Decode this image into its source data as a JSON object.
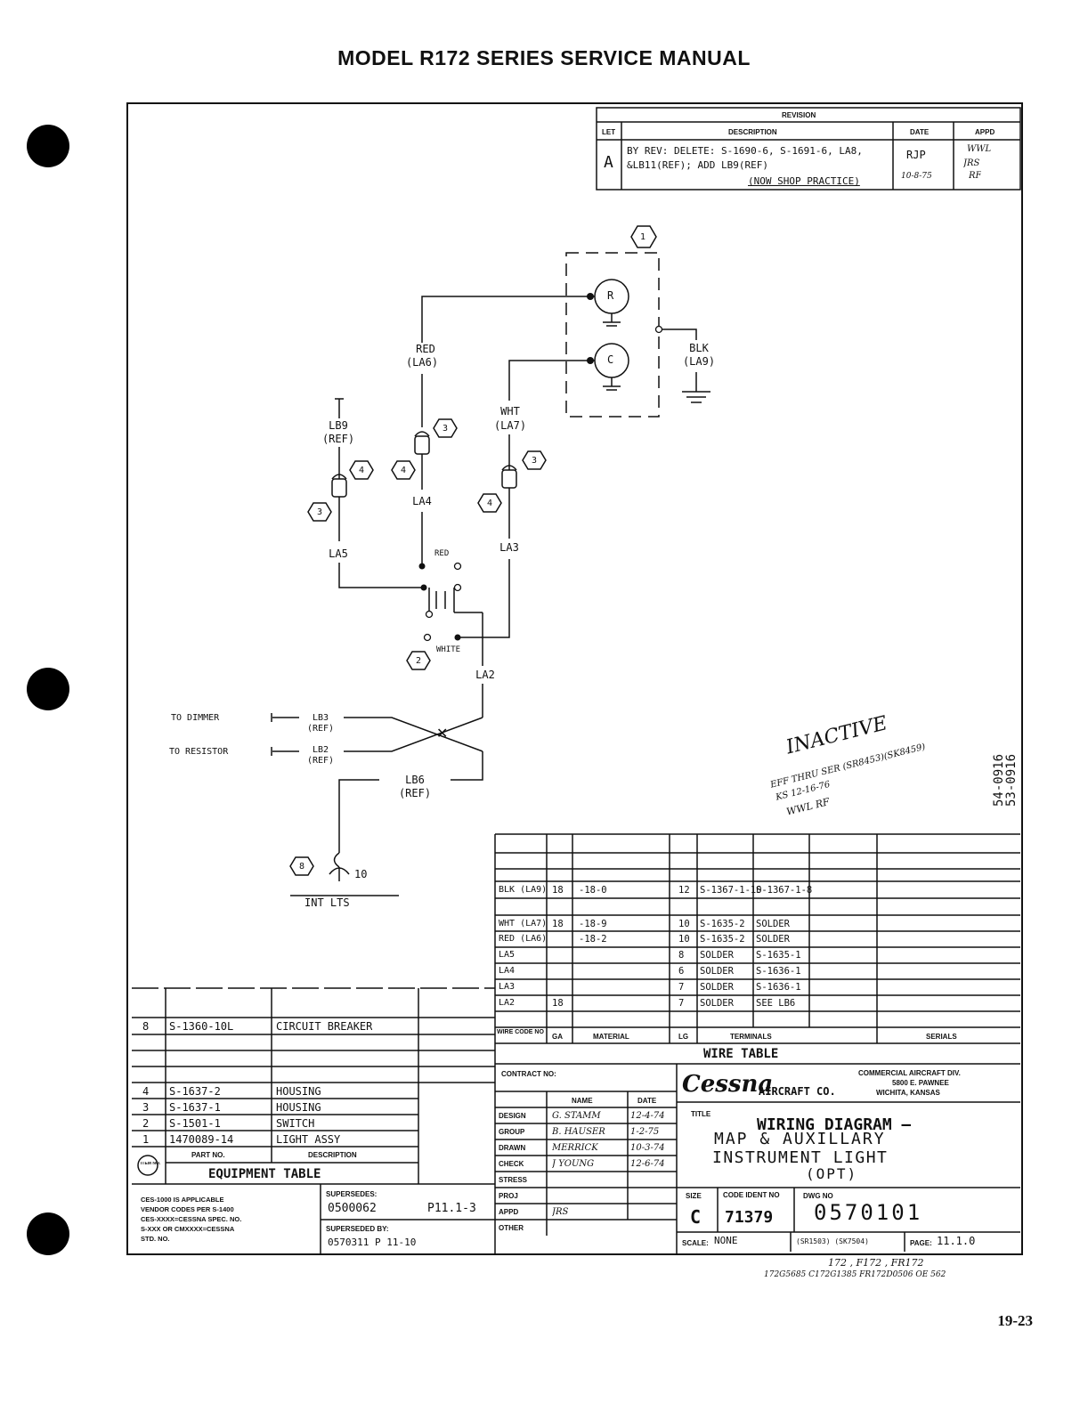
{
  "header": {
    "title": "MODEL R172 SERIES SERVICE MANUAL",
    "page_number": "19-23"
  },
  "revision": {
    "title": "REVISION",
    "col_let": "LET",
    "col_desc": "DESCRIPTION",
    "col_date": "DATE",
    "col_appd": "APPD",
    "let": "A",
    "desc_line1": "BY REV: DELETE: S-1690-6, S-1691-6, LA8,",
    "desc_line2": "&LB11(REF); ADD LB9(REF)",
    "desc_line3": "(NOW SHOP PRACTICE)",
    "date_line1": "RJP",
    "date_line2": "10-8-75",
    "appd_line1": "WWL",
    "appd_line2": "JRS",
    "appd_line3": "RF"
  },
  "diagram": {
    "callout_1": "1",
    "red_wire": "RED",
    "red_wire_id": "(LA6)",
    "blk_wire": "BLK",
    "blk_wire_id": "(LA9)",
    "wht_wire": "WHT",
    "wht_wire_id": "(LA7)",
    "lamp_r": "R",
    "lamp_c": "C",
    "lb9": "LB9",
    "lb9_ref": "(REF)",
    "callout_3": "3",
    "callout_4": "4",
    "la4": "LA4",
    "la5": "LA5",
    "la3": "LA3",
    "la2": "LA2",
    "switch_red": "RED",
    "switch_white": "WHITE",
    "callout_2": "2",
    "to_dimmer": "TO DIMMER",
    "lb3": "LB3",
    "lb3_ref": "(REF)",
    "to_resistor": "TO RESISTOR",
    "lb2": "LB2",
    "lb2_ref": "(REF)",
    "lb6": "LB6",
    "lb6_ref": "(REF)",
    "callout_8": "8",
    "pin_10": "10",
    "int_lts": "INT LTS"
  },
  "inactive_stamp": {
    "title": "INACTIVE",
    "line1": "EFF THRU SER (SR8453)(SK8459)",
    "line2": "KS   12-16-76",
    "line3": "WWL  RF",
    "ref1": "54-0916",
    "ref2": "53-0916"
  },
  "wire_table": {
    "title": "WIRE TABLE",
    "headers": {
      "code": "WIRE CODE NO",
      "ga": "GA",
      "material": "MATERIAL",
      "lg": "LG",
      "terminals": "TERMINALS",
      "serials": "SERIALS"
    },
    "rows": [
      {
        "code": "BLK (LA9)",
        "ga": "18",
        "material": "-18-0",
        "lg": "12",
        "t1": "S-1367-1-10",
        "t2": "S-1367-1-8"
      },
      {
        "code": "WHT (LA7)",
        "ga": "18",
        "material": "-18-9",
        "lg": "10",
        "t1": "S-1635-2",
        "t2": "SOLDER"
      },
      {
        "code": "RED (LA6)",
        "ga": "",
        "material": "-18-2",
        "lg": "10",
        "t1": "S-1635-2",
        "t2": "SOLDER"
      },
      {
        "code": "LA5",
        "ga": "",
        "material": "",
        "lg": "8",
        "t1": "SOLDER",
        "t2": "S-1635-1"
      },
      {
        "code": "LA4",
        "ga": "",
        "material": "",
        "lg": "6",
        "t1": "SOLDER",
        "t2": "S-1636-1"
      },
      {
        "code": "LA3",
        "ga": "",
        "material": "",
        "lg": "7",
        "t1": "SOLDER",
        "t2": "S-1636-1"
      },
      {
        "code": "LA2",
        "ga": "18",
        "material": "",
        "lg": "7",
        "t1": "SOLDER",
        "t2": "SEE LB6"
      }
    ]
  },
  "equipment_table": {
    "title": "EQUIPMENT TABLE",
    "col_item": "ITEM NO.",
    "col_part": "PART NO.",
    "col_desc": "DESCRIPTION",
    "rows": [
      {
        "item": "8",
        "part": "S-1360-10L",
        "desc": "CIRCUIT BREAKER"
      },
      {
        "item": "4",
        "part": "S-1637-2",
        "desc": "HOUSING"
      },
      {
        "item": "3",
        "part": "S-1637-1",
        "desc": "HOUSING"
      },
      {
        "item": "2",
        "part": "S-1501-1",
        "desc": "SWITCH"
      },
      {
        "item": "1",
        "part": "1470089-14",
        "desc": "LIGHT ASSY"
      }
    ]
  },
  "notes": {
    "line1": "CES-1000 IS APPLICABLE",
    "line2": "VENDOR CODES PER S-1400",
    "line3": "CES-XXXX=CESSNA SPEC. NO.",
    "line4": "S-XXX OR CMXXXX=CESSNA",
    "line5": "STD. NO.",
    "supersedes_label": "SUPERSEDES:",
    "supersedes_value": "0500062",
    "supersedes_page": "P11.1-3",
    "superseded_by_label": "SUPERSEDED BY:",
    "superseded_by_value": "0570311  P 11-10"
  },
  "title_block": {
    "contract_label": "CONTRACT NO:",
    "name_header": "NAME",
    "date_header": "DATE",
    "roles": [
      {
        "role": "DESIGN",
        "name": "G. STAMM",
        "date": "12-4-74"
      },
      {
        "role": "GROUP",
        "name": "B. HAUSER",
        "date": "1-2-75"
      },
      {
        "role": "DRAWN",
        "name": "MERRICK",
        "date": "10-3-74"
      },
      {
        "role": "CHECK",
        "name": "J YOUNG",
        "date": "12-6-74"
      },
      {
        "role": "STRESS",
        "name": "",
        "date": ""
      },
      {
        "role": "PROJ",
        "name": "",
        "date": ""
      },
      {
        "role": "APPD",
        "name": "JRS",
        "date": ""
      },
      {
        "role": "OTHER",
        "name": "",
        "date": ""
      }
    ],
    "company": "Cessna",
    "company_suffix": "AIRCRAFT CO.",
    "division_line1": "COMMERCIAL AIRCRAFT DIV.",
    "division_line2": "5800 E. PAWNEE",
    "division_line3": "WICHITA, KANSAS",
    "title_label": "TITLE",
    "title_line1": "WIRING DIAGRAM —",
    "title_line2": "MAP & AUXILLARY",
    "title_line3": "INSTRUMENT LIGHT",
    "title_line4": "(OPT)",
    "size_label": "SIZE",
    "size_value": "C",
    "code_ident_label": "CODE IDENT NO",
    "code_ident_value": "71379",
    "dwg_no_label": "DWG NO",
    "dwg_no_value": "0570101",
    "scale_label": "SCALE:",
    "scale_value": "NONE",
    "serial_range": "(SR1503)  (SK7504)",
    "page_label": "PAGE:",
    "page_value": "11.1.0"
  },
  "footer_notes": {
    "line1": "172 , F172 , FR172",
    "line2": "172G5685 C172G1385 FR172D0506 OE 562"
  }
}
